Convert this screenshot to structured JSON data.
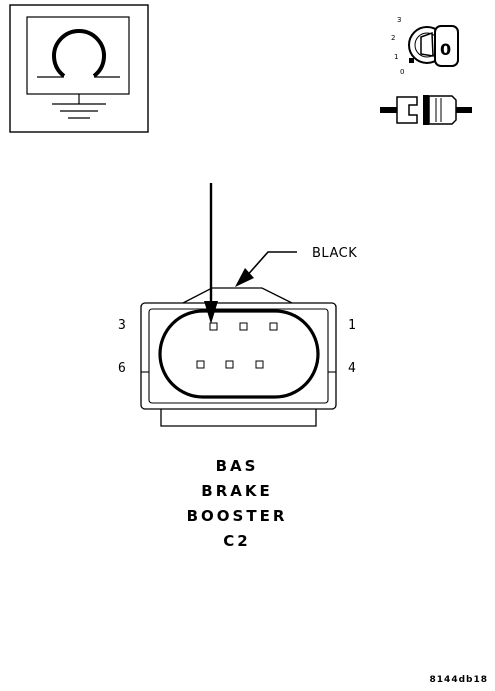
{
  "connector": {
    "color_label": "BLACK",
    "pins": {
      "top_left": "3",
      "top_right": "1",
      "bottom_left": "6",
      "bottom_right": "4"
    },
    "title_lines": [
      "BAS",
      "BRAKE",
      "BOOSTER",
      "C2"
    ]
  },
  "ignition_switch": {
    "positions": [
      "3",
      "2",
      "1",
      "0"
    ],
    "key_glyph": "0"
  },
  "figure_id": "8144db18",
  "icons": {
    "view_icon": "connector-face-view-icon",
    "ignition_icon": "ignition-key-icon",
    "connector_icon": "disconnected-connector-icon"
  }
}
